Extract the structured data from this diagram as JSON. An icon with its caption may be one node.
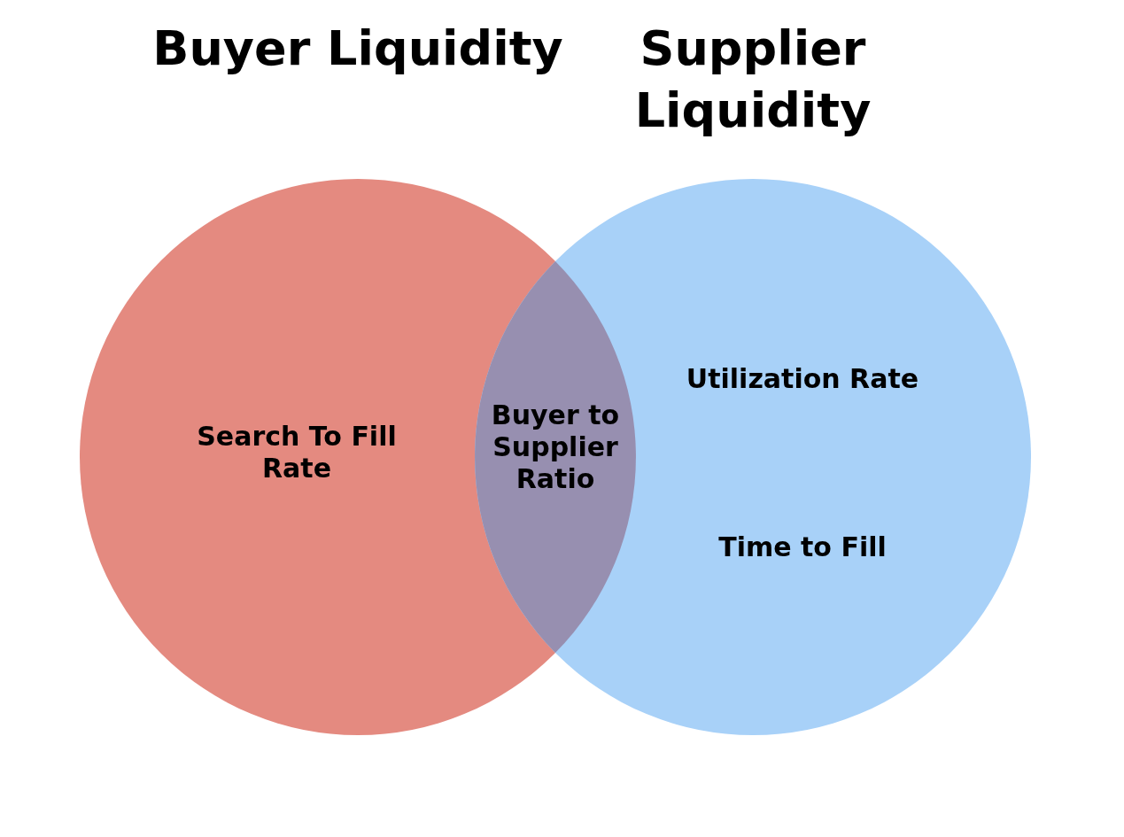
{
  "diagram": {
    "nodes": [
      {
        "text": [
          "Buyer Liquidity",
          "Search To Fill Rate"
        ]
      },
      {
        "text": [
          "Supplier Liquidity",
          "Utilization Rate",
          "Time to Fill"
        ]
      },
      {
        "text": [
          "Buyer to Supplier Ratio"
        ]
      }
    ]
  }
}
